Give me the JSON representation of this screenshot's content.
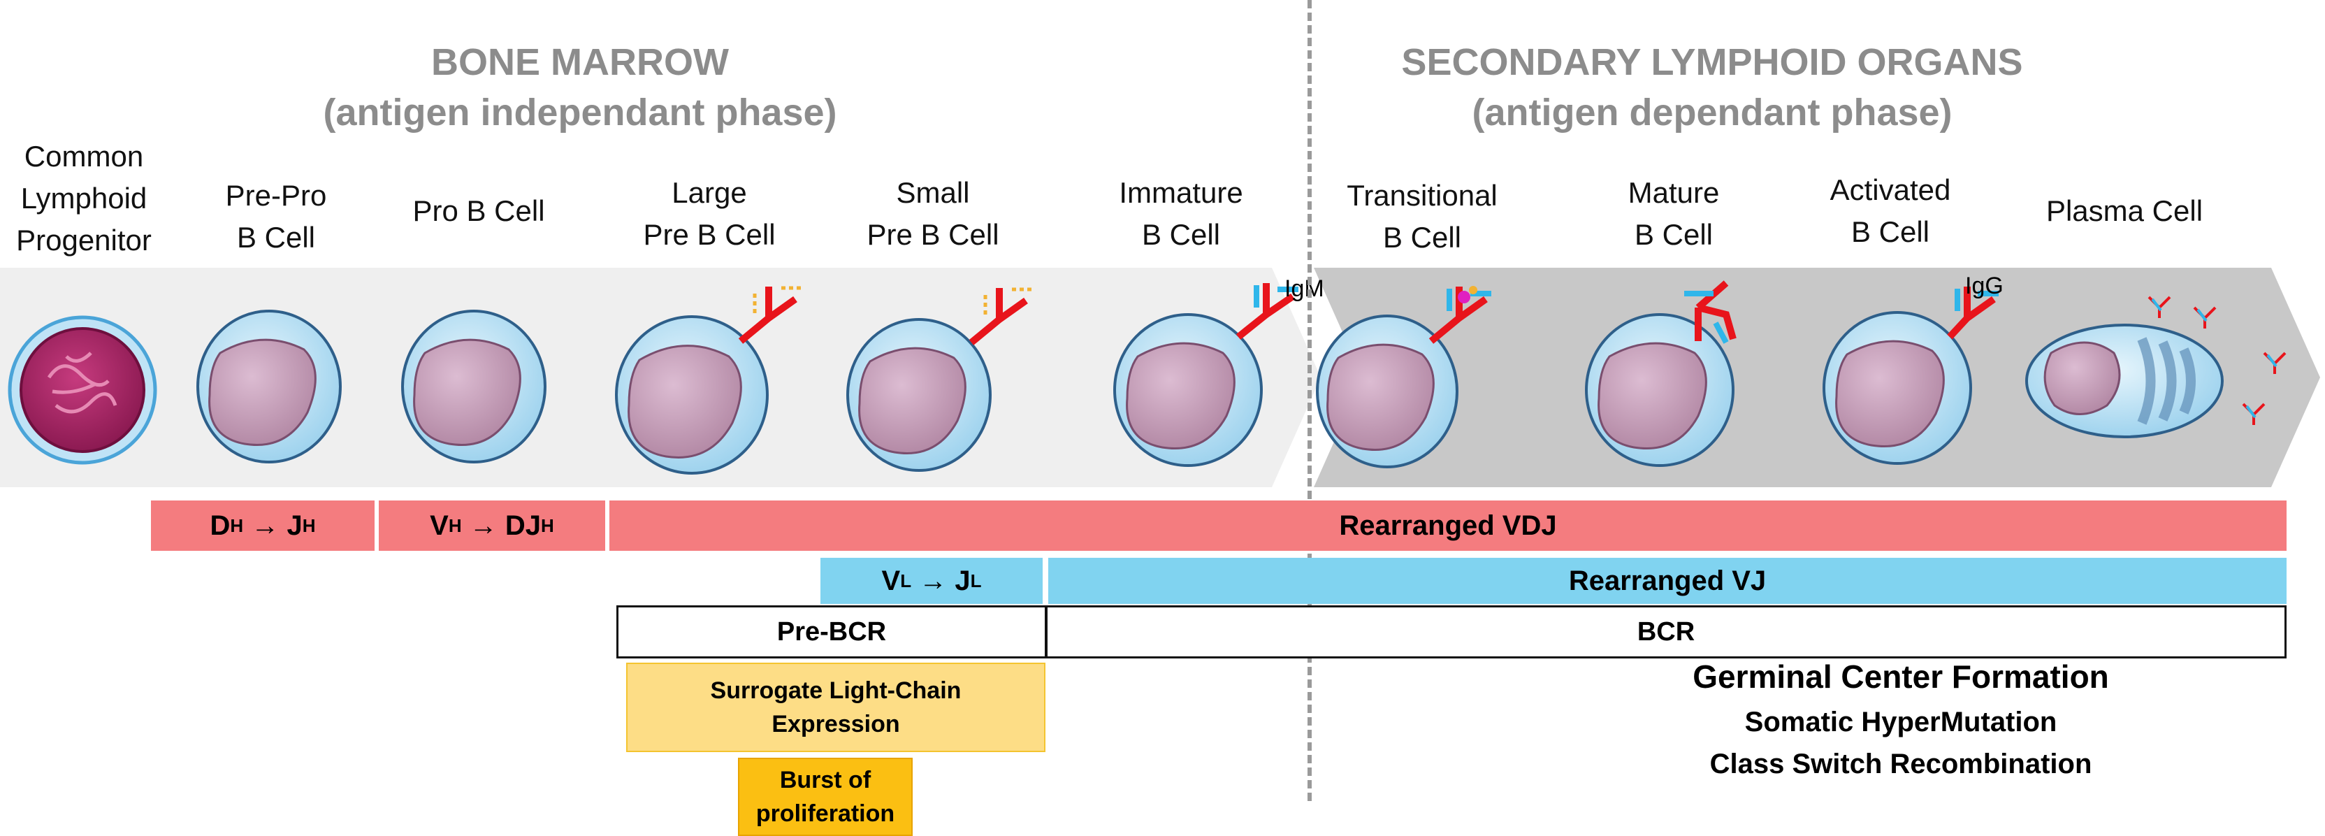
{
  "phases": {
    "bone_marrow": {
      "title": "BONE MARROW",
      "subtitle": "(antigen independant phase)"
    },
    "secondary": {
      "title": "SECONDARY LYMPHOID ORGANS",
      "subtitle": "(antigen dependant phase)"
    }
  },
  "stages": [
    {
      "line1": "Common",
      "line2": "Lymphoid",
      "line3": "Progenitor"
    },
    {
      "line1": "Pre-Pro",
      "line2": "B Cell"
    },
    {
      "line1": "Pro B Cell"
    },
    {
      "line1": "Large",
      "line2": "Pre B Cell"
    },
    {
      "line1": "Small",
      "line2": "Pre B Cell"
    },
    {
      "line1": "Immature",
      "line2": "B Cell"
    },
    {
      "line1": "Transitional",
      "line2": "B Cell"
    },
    {
      "line1": "Mature",
      "line2": "B Cell"
    },
    {
      "line1": "Activated",
      "line2": "B Cell"
    },
    {
      "line1": "Plasma Cell"
    }
  ],
  "antibody_labels": {
    "igm": "IgM",
    "igg": "IgG"
  },
  "bars": {
    "dh_jh": {
      "a": "D",
      "a_sub": "H",
      "arrow": "→",
      "b": "J",
      "b_sub": "H"
    },
    "vh_djh": {
      "a": "V",
      "a_sub": "H",
      "arrow": "→",
      "b": "DJ",
      "b_sub": "H"
    },
    "rearranged_vdj": "Rearranged VDJ",
    "vl_jl": {
      "a": "V",
      "a_sub": "L",
      "arrow": "→",
      "b": "J",
      "b_sub": "L"
    },
    "rearranged_vj": "Rearranged VJ",
    "pre_bcr": "Pre-BCR",
    "bcr": "BCR",
    "surrogate": {
      "line1": "Surrogate Light-Chain",
      "line2": "Expression"
    },
    "burst": {
      "line1": "Burst of",
      "line2": "proliferation"
    }
  },
  "germinal": {
    "title": "Germinal  Center Formation",
    "shm": "Somatic HyperMutation",
    "csr": "Class Switch Recombination"
  },
  "colors": {
    "phase_text": "#8c8c8c",
    "bone_marrow_band": "#efefef",
    "secondary_band": "#c8c8c8",
    "vdj_bar": "#f47c7f",
    "vj_bar": "#80d3f0",
    "surrogate_box": "#fddd86",
    "burst_box": "#fbbf12",
    "heavy_chain": "#e8141b",
    "light_chain": "#2fb6ea",
    "surrogate_chain": "#f2b233",
    "nucleus": "#c99cba",
    "cytoplasm": "#bfe3f6",
    "progenitor": "#b0286a"
  }
}
